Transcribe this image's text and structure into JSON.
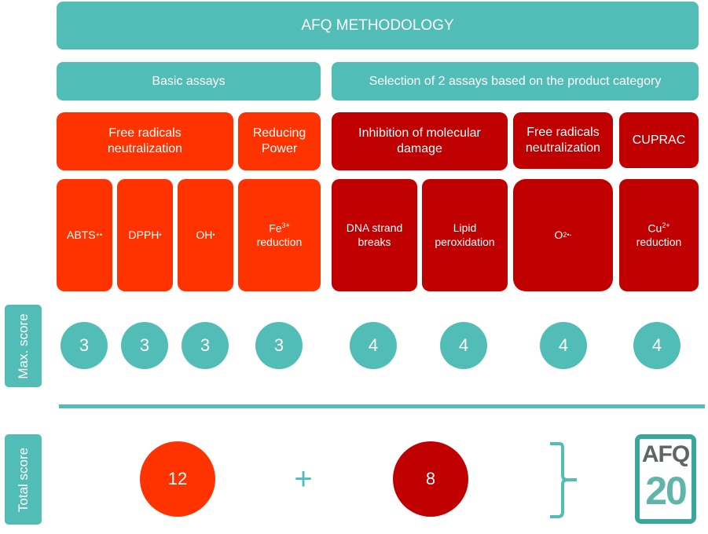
{
  "title": "AFQ METHODOLOGY",
  "groups": {
    "basic": "Basic assays",
    "selection": "Selection of 2 assays based on the product category"
  },
  "categories": [
    "Free radicals neutralization",
    "Reducing Power",
    "Inhibition of molecular damage",
    "Free radicals neutralization",
    "CUPRAC"
  ],
  "assays": [
    {
      "base": "ABTS",
      "sup": "+•"
    },
    {
      "base": "DPPH",
      "sup": "•"
    },
    {
      "base": "OH",
      "sup": "•"
    },
    {
      "base": "Fe",
      "sup": "3+",
      "line2": "reduction"
    },
    {
      "base": "DNA strand breaks"
    },
    {
      "base": "Lipid peroxidation"
    },
    {
      "base": "O",
      "sub": "2",
      "sup": "•-"
    },
    {
      "base": "Cu",
      "sup": "2+",
      "line2": "reduction"
    }
  ],
  "max_score_label": "Max. score",
  "max_scores": [
    "3",
    "3",
    "3",
    "3",
    "4",
    "4",
    "4",
    "4"
  ],
  "total_score_label": "Total score",
  "totals": {
    "basic": "12",
    "plus": "+",
    "selection": "8"
  },
  "logo": {
    "top": "AFQ",
    "bottom": "20"
  },
  "colors": {
    "teal": "#52bdb7",
    "orange": "#ff3300",
    "red": "#c00000"
  }
}
